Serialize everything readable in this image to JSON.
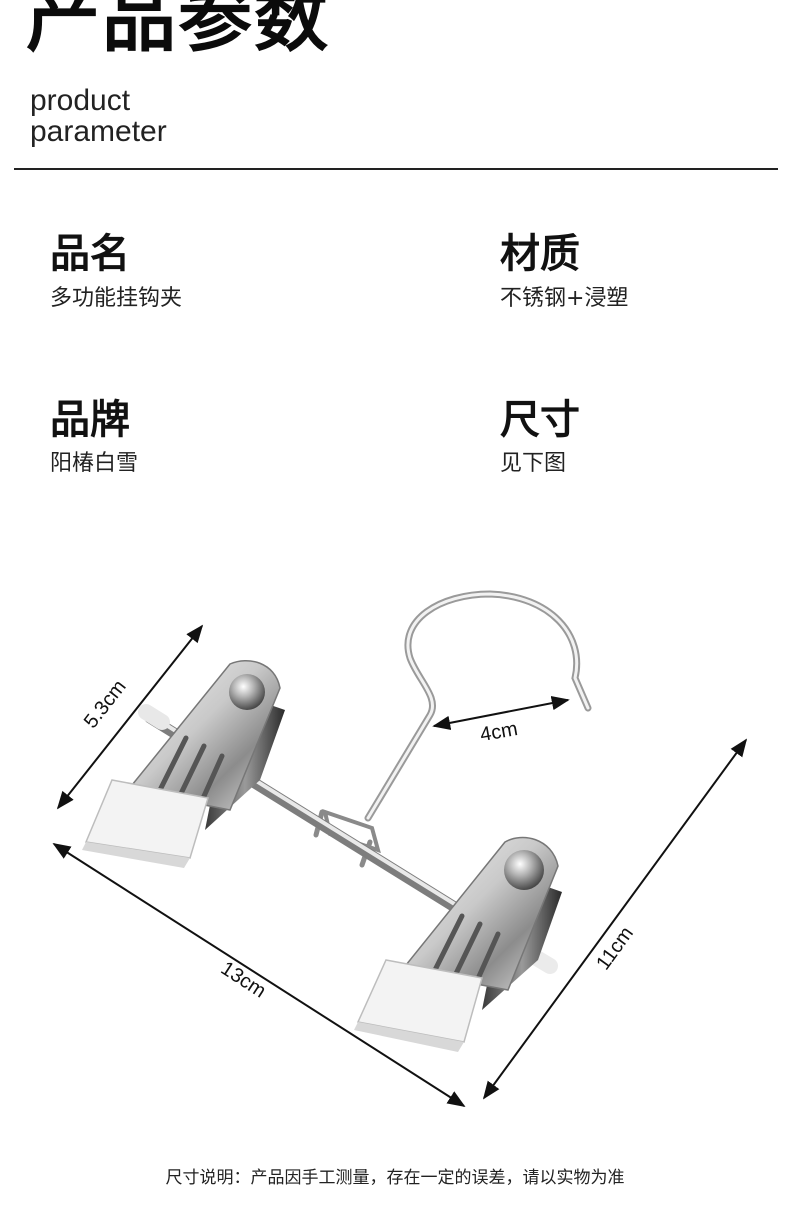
{
  "header": {
    "title_cn": "产品参数",
    "subtitle_line1": "product",
    "subtitle_line2": "parameter"
  },
  "params": [
    {
      "label": "品名",
      "value": "多功能挂钩夹"
    },
    {
      "label": "材质",
      "value": "不锈钢+浸塑"
    },
    {
      "label": "品牌",
      "value": "阳椿白雪"
    },
    {
      "label": "尺寸",
      "value": "见下图"
    }
  ],
  "dimensions": {
    "clip_height": "5.3cm",
    "hook_width": "4cm",
    "overall_length": "13cm",
    "overall_height": "11cm"
  },
  "footer": {
    "note": "尺寸说明：产品因手工测量，存在一定的误差，请以实物为准"
  }
}
